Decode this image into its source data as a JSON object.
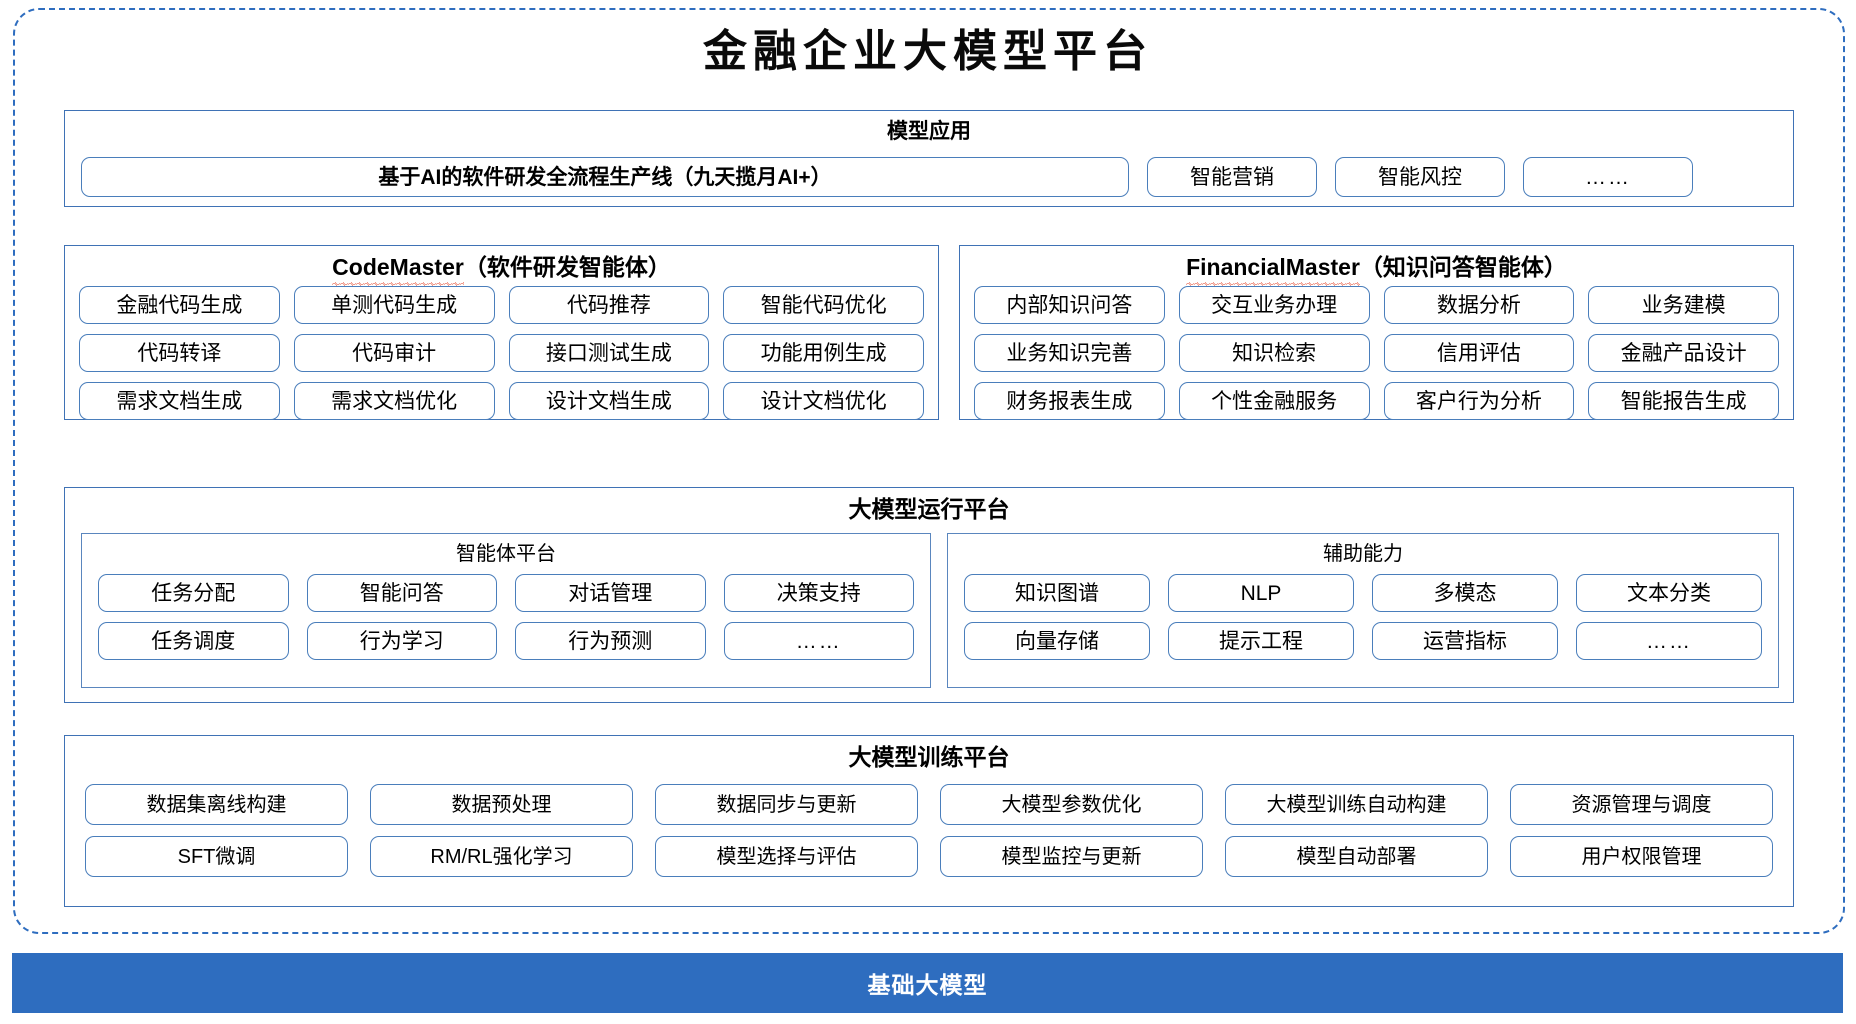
{
  "title": "金融企业大模型平台",
  "sections": {
    "application": {
      "title": "模型应用",
      "items": [
        "基于AI的软件研发全流程生产线（九天揽月AI+）",
        "智能营销",
        "智能风控",
        "……"
      ]
    },
    "code_master": {
      "name": "CodeMaster",
      "suffix": "（软件研发智能体）",
      "items": [
        "金融代码生成",
        "单测代码生成",
        "代码推荐",
        "智能代码优化",
        "代码转译",
        "代码审计",
        "接口测试生成",
        "功能用例生成",
        "需求文档生成",
        "需求文档优化",
        "设计文档生成",
        "设计文档优化"
      ]
    },
    "financial_master": {
      "name": "FinancialMaster",
      "suffix": "（知识问答智能体）",
      "items": [
        "内部知识问答",
        "交互业务办理",
        "数据分析",
        "业务建模",
        "业务知识完善",
        "知识检索",
        "信用评估",
        "金融产品设计",
        "财务报表生成",
        "个性金融服务",
        "客户行为分析",
        "智能报告生成"
      ]
    },
    "runtime": {
      "title": "大模型运行平台",
      "agent_platform": {
        "title": "智能体平台",
        "items": [
          "任务分配",
          "智能问答",
          "对话管理",
          "决策支持",
          "任务调度",
          "行为学习",
          "行为预测",
          "……"
        ]
      },
      "aux_ability": {
        "title": "辅助能力",
        "items": [
          "知识图谱",
          "NLP",
          "多模态",
          "文本分类",
          "向量存储",
          "提示工程",
          "运营指标",
          "……"
        ]
      }
    },
    "training": {
      "title": "大模型训练平台",
      "items": [
        "数据集离线构建",
        "数据预处理",
        "数据同步与更新",
        "大模型参数优化",
        "大模型训练自动构建",
        "资源管理与调度",
        "SFT微调",
        "RM/RL强化学习",
        "模型选择与评估",
        "模型监控与更新",
        "模型自动部署",
        "用户权限管理"
      ]
    },
    "base_model": {
      "title": "基础大模型"
    }
  },
  "colors": {
    "accent_blue": "#2E6DBF",
    "panel_border": "#3F72B5",
    "pill_border": "#4A7EBB",
    "spellcheck_red": "#E03A1E"
  }
}
